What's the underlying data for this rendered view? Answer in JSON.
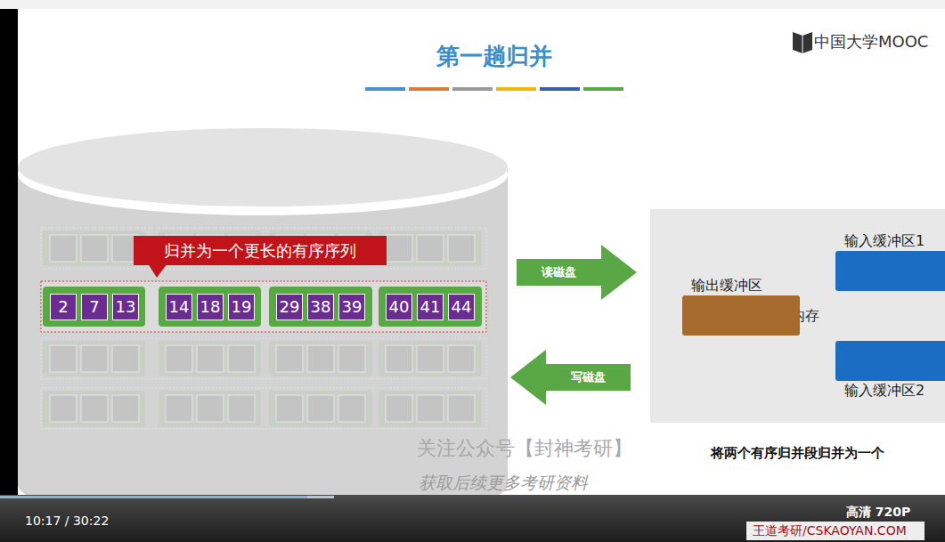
{
  "diagram": {
    "title": "第一趟归并",
    "caption": "将两个有序归并段归并为一个",
    "nodes": [
      {
        "text": [
          "归并为一个更长的有序序列"
        ]
      },
      {
        "text": [
          "2"
        ]
      },
      {
        "text": [
          "7"
        ]
      },
      {
        "text": [
          "13"
        ]
      },
      {
        "text": [
          "14"
        ]
      },
      {
        "text": [
          "18"
        ]
      },
      {
        "text": [
          "19"
        ]
      },
      {
        "text": [
          "29"
        ]
      },
      {
        "text": [
          "38"
        ]
      },
      {
        "text": [
          "39"
        ]
      },
      {
        "text": [
          "40"
        ]
      },
      {
        "text": [
          "41"
        ]
      },
      {
        "text": [
          "44"
        ]
      },
      {
        "text": [
          "读磁盘"
        ]
      },
      {
        "text": [
          "写磁盘"
        ]
      },
      {
        "text": [
          "内存"
        ]
      },
      {
        "text": [
          "输出缓冲区"
        ],
        "in": 15
      },
      {
        "text": [
          "输入缓冲区1"
        ],
        "in": 15
      },
      {
        "text": [
          "输入缓冲区2"
        ],
        "in": 15
      }
    ],
    "edges": [
      {
        "from": 17,
        "to": 16,
        "arrow": "to"
      },
      {
        "from": 18,
        "to": 16,
        "arrow": "to"
      }
    ],
    "labels": [
      "中国大学MOOC",
      "关注公众号【封神考研】",
      "获取后续更多考研资料",
      "10:17 / 30:22",
      "高清 720P",
      "王道考研/CSKAOYAN.COM"
    ]
  }
}
